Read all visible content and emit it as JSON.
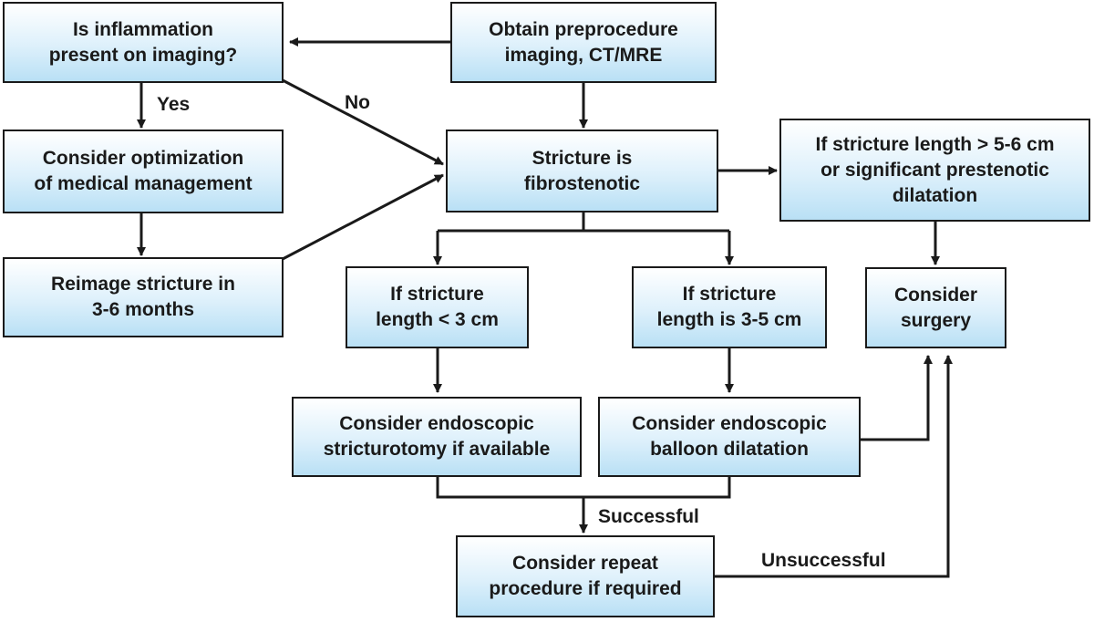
{
  "colors": {
    "line": "#1a1a1a",
    "box_top": "#ffffff",
    "box_bottom": "#b9e0f5"
  },
  "nodes": {
    "inflammation": "Is inflammation\npresent on imaging?",
    "obtain_imaging": "Obtain preprocedure\nimaging, CT/MRE",
    "optimization": "Consider optimization\nof medical management",
    "fibrostenotic": "Stricture is\nfibrostenotic",
    "long_stricture": "If stricture length > 5-6 cm\nor significant prestenotic\ndilatation",
    "reimage": "Reimage stricture in\n3-6 months",
    "short_stricture": "If stricture\nlength < 3 cm",
    "medium_stricture": "If stricture\nlength is 3-5 cm",
    "surgery": "Consider\nsurgery",
    "stricturotomy": "Consider endoscopic\nstricturotomy if available",
    "balloon": "Consider endoscopic\nballoon dilatation",
    "repeat": "Consider repeat\nprocedure if required"
  },
  "edge_labels": {
    "yes": "Yes",
    "no": "No",
    "successful": "Successful",
    "unsuccessful": "Unsuccessful"
  }
}
